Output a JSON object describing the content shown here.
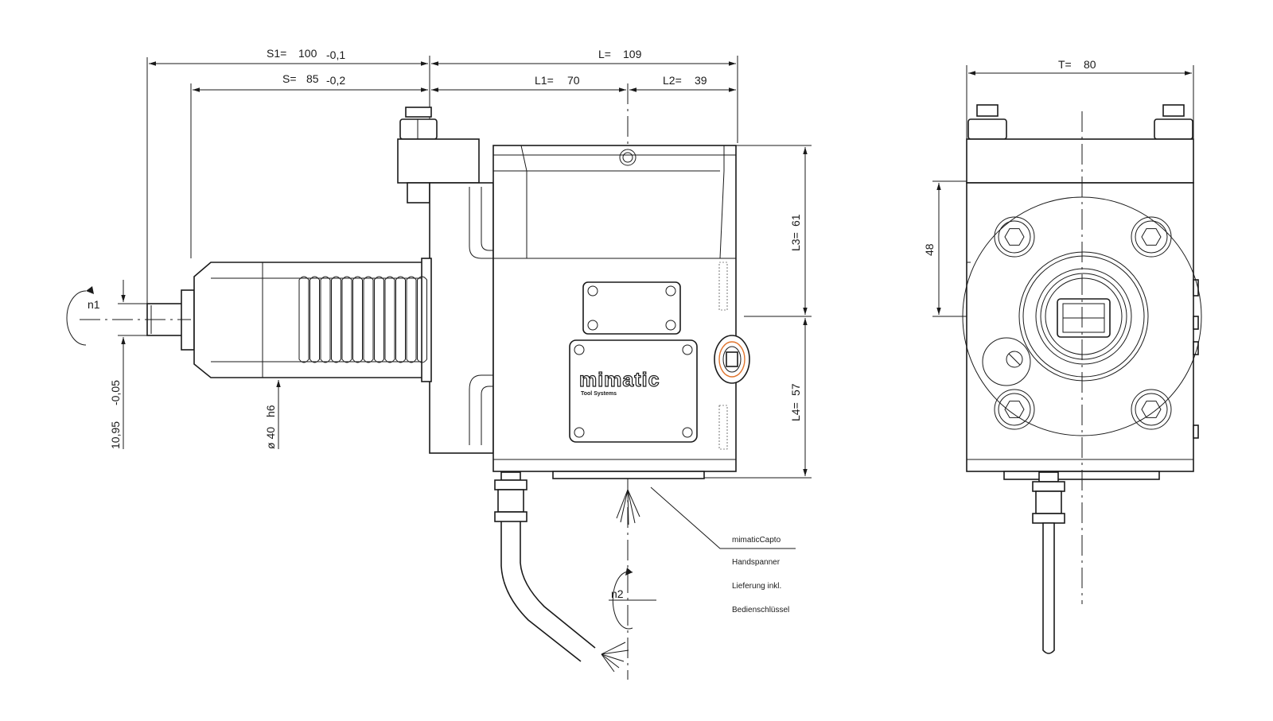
{
  "dimensions": {
    "s1": {
      "label": "S1=",
      "value": "100",
      "tol": "-0,1"
    },
    "s": {
      "label": "S=",
      "value": "85",
      "tol": "-0,2"
    },
    "l": {
      "label": "L=",
      "value": "109"
    },
    "l1": {
      "label": "L1=",
      "value": "70"
    },
    "l2": {
      "label": "L2=",
      "value": "39"
    },
    "l3": {
      "label": "L3=",
      "value": "61"
    },
    "l4": {
      "label": "L4=",
      "value": "57"
    },
    "t": {
      "label": "T=",
      "value": "80"
    },
    "h48": {
      "value": "48"
    },
    "shaft": {
      "value": "10,95",
      "tol": "-0,05"
    },
    "dia": {
      "value": "ø 40",
      "fit": "h6"
    }
  },
  "rotation": {
    "n1": "n1",
    "n2": "n2"
  },
  "logo": {
    "name": "mimatic",
    "sub": "Tool Systems"
  },
  "notes": [
    "mimaticCapto",
    "Handspanner",
    "Lieferung inkl.",
    "Bedienschlüssel"
  ],
  "colors": {
    "line": "#1a1a1a",
    "accent": "#e0742c",
    "background": "#ffffff"
  }
}
